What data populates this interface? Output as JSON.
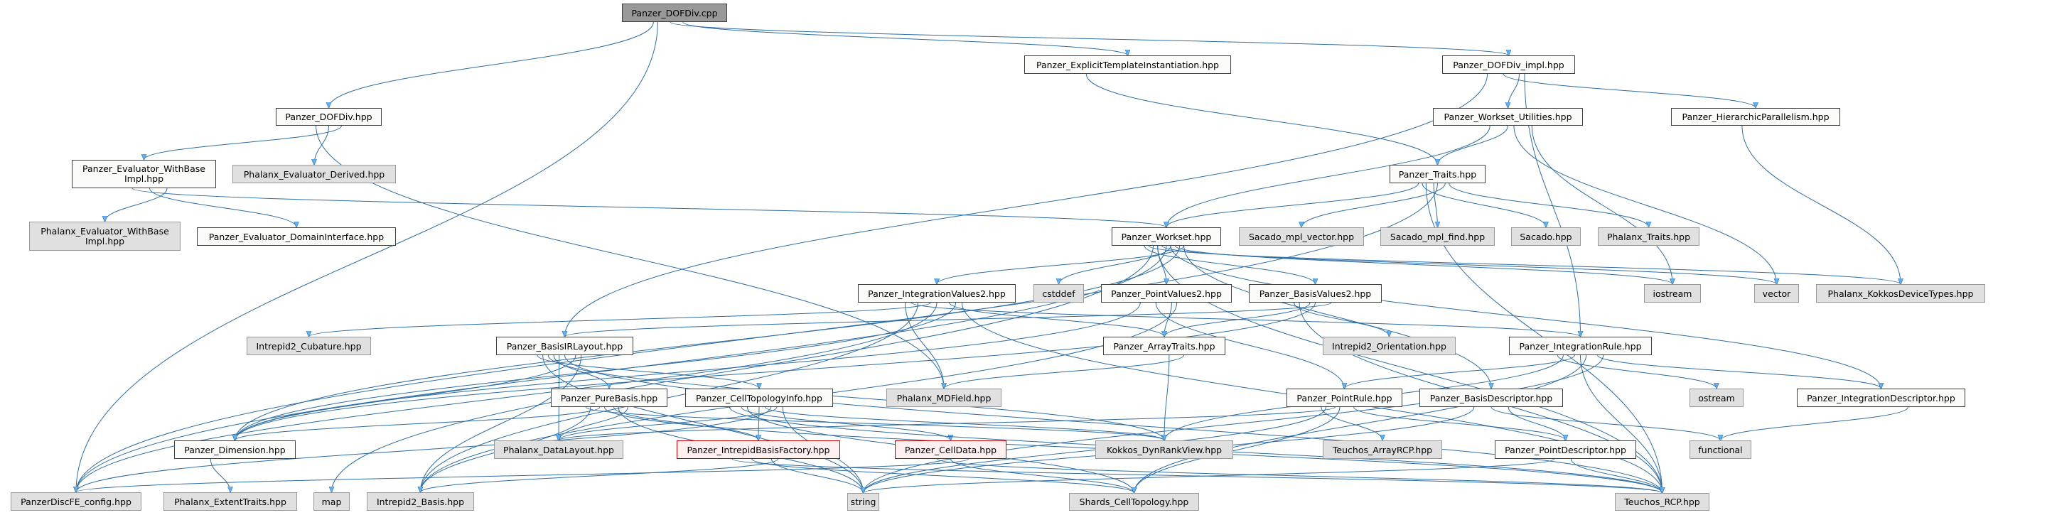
{
  "title": "Include dependency graph for Panzer_DOFDiv.cpp",
  "colors": {
    "edge": "#5a9fd6",
    "edge_dark": "#2e6da4",
    "node_fill": "#fbfcfa",
    "node_border": "#404040",
    "external_fill": "#e0e0e0",
    "external_border": "#999999",
    "root_fill": "#999999",
    "incomplete_border": "#c00000",
    "incomplete_fill": "#fff0f0"
  },
  "nodes": [
    {
      "id": "dofdiv_cpp",
      "label": "Panzer_DOFDiv.cpp",
      "kind": "root"
    },
    {
      "id": "explicit_ti",
      "label": "Panzer_ExplicitTemplateInstantiation.hpp",
      "kind": "file"
    },
    {
      "id": "dofdiv_impl",
      "label": "Panzer_DOFDiv_impl.hpp",
      "kind": "file"
    },
    {
      "id": "dofdiv_hpp",
      "label": "Panzer_DOFDiv.hpp",
      "kind": "file"
    },
    {
      "id": "eval_withbase",
      "label": "Panzer_Evaluator_WithBase\nImpl.hpp",
      "kind": "file"
    },
    {
      "id": "phx_eval_derived",
      "label": "Phalanx_Evaluator_Derived.hpp",
      "kind": "ext"
    },
    {
      "id": "phx_eval_withbase",
      "label": "Phalanx_Evaluator_WithBase\nImpl.hpp",
      "kind": "ext"
    },
    {
      "id": "eval_domain",
      "label": "Panzer_Evaluator_DomainInterface.hpp",
      "kind": "file"
    },
    {
      "id": "workset_util",
      "label": "Panzer_Workset_Utilities.hpp",
      "kind": "file"
    },
    {
      "id": "hier_par",
      "label": "Panzer_HierarchicParallelism.hpp",
      "kind": "file"
    },
    {
      "id": "traits",
      "label": "Panzer_Traits.hpp",
      "kind": "file"
    },
    {
      "id": "workset",
      "label": "Panzer_Workset.hpp",
      "kind": "file"
    },
    {
      "id": "sacado_vec",
      "label": "Sacado_mpl_vector.hpp",
      "kind": "ext"
    },
    {
      "id": "sacado_find",
      "label": "Sacado_mpl_find.hpp",
      "kind": "ext"
    },
    {
      "id": "sacado",
      "label": "Sacado.hpp",
      "kind": "ext"
    },
    {
      "id": "phx_traits",
      "label": "Phalanx_Traits.hpp",
      "kind": "ext"
    },
    {
      "id": "int_values2",
      "label": "Panzer_IntegrationValues2.hpp",
      "kind": "file"
    },
    {
      "id": "cstddef",
      "label": "cstddef",
      "kind": "ext"
    },
    {
      "id": "point_values2",
      "label": "Panzer_PointValues2.hpp",
      "kind": "file"
    },
    {
      "id": "basis_values2",
      "label": "Panzer_BasisValues2.hpp",
      "kind": "file"
    },
    {
      "id": "iostream",
      "label": "iostream",
      "kind": "ext"
    },
    {
      "id": "vector",
      "label": "vector",
      "kind": "ext"
    },
    {
      "id": "phx_kokkos",
      "label": "Phalanx_KokkosDeviceTypes.hpp",
      "kind": "ext"
    },
    {
      "id": "i2_cubature",
      "label": "Intrepid2_Cubature.hpp",
      "kind": "ext"
    },
    {
      "id": "basis_ir",
      "label": "Panzer_BasisIRLayout.hpp",
      "kind": "file"
    },
    {
      "id": "array_traits",
      "label": "Panzer_ArrayTraits.hpp",
      "kind": "file"
    },
    {
      "id": "i2_orient",
      "label": "Intrepid2_Orientation.hpp",
      "kind": "ext"
    },
    {
      "id": "int_rule",
      "label": "Panzer_IntegrationRule.hpp",
      "kind": "file"
    },
    {
      "id": "phx_mdfield",
      "label": "Phalanx_MDField.hpp",
      "kind": "ext"
    },
    {
      "id": "pure_basis",
      "label": "Panzer_PureBasis.hpp",
      "kind": "file"
    },
    {
      "id": "celltopo_info",
      "label": "Panzer_CellTopologyInfo.hpp",
      "kind": "file"
    },
    {
      "id": "point_rule",
      "label": "Panzer_PointRule.hpp",
      "kind": "file"
    },
    {
      "id": "basis_desc",
      "label": "Panzer_BasisDescriptor.hpp",
      "kind": "file"
    },
    {
      "id": "ostream",
      "label": "ostream",
      "kind": "ext"
    },
    {
      "id": "int_desc",
      "label": "Panzer_IntegrationDescriptor.hpp",
      "kind": "file"
    },
    {
      "id": "dimension",
      "label": "Panzer_Dimension.hpp",
      "kind": "file"
    },
    {
      "id": "phx_datalayout",
      "label": "Phalanx_DataLayout.hpp",
      "kind": "ext"
    },
    {
      "id": "intrepid_factory",
      "label": "Panzer_IntrepidBasisFactory.hpp",
      "kind": "red"
    },
    {
      "id": "celldata",
      "label": "Panzer_CellData.hpp",
      "kind": "red"
    },
    {
      "id": "kokkos_drv",
      "label": "Kokkos_DynRankView.hpp",
      "kind": "ext"
    },
    {
      "id": "teuchos_arcp",
      "label": "Teuchos_ArrayRCP.hpp",
      "kind": "ext"
    },
    {
      "id": "point_desc",
      "label": "Panzer_PointDescriptor.hpp",
      "kind": "file"
    },
    {
      "id": "functional",
      "label": "functional",
      "kind": "ext"
    },
    {
      "id": "discfe_config",
      "label": "PanzerDiscFE_config.hpp",
      "kind": "ext"
    },
    {
      "id": "phx_extent",
      "label": "Phalanx_ExtentTraits.hpp",
      "kind": "ext"
    },
    {
      "id": "map",
      "label": "map",
      "kind": "ext"
    },
    {
      "id": "i2_basis",
      "label": "Intrepid2_Basis.hpp",
      "kind": "ext"
    },
    {
      "id": "string",
      "label": "string",
      "kind": "ext"
    },
    {
      "id": "shards",
      "label": "Shards_CellTopology.hpp",
      "kind": "ext"
    },
    {
      "id": "teuchos_rcp",
      "label": "Teuchos_RCP.hpp",
      "kind": "ext"
    }
  ],
  "edges": [
    [
      "dofdiv_cpp",
      "dofdiv_hpp"
    ],
    [
      "dofdiv_cpp",
      "explicit_ti"
    ],
    [
      "dofdiv_cpp",
      "dofdiv_impl"
    ],
    [
      "dofdiv_cpp",
      "discfe_config"
    ],
    [
      "dofdiv_hpp",
      "eval_withbase"
    ],
    [
      "dofdiv_hpp",
      "phx_eval_derived"
    ],
    [
      "dofdiv_hpp",
      "phx_mdfield"
    ],
    [
      "eval_withbase",
      "phx_eval_withbase"
    ],
    [
      "eval_withbase",
      "eval_domain"
    ],
    [
      "eval_withbase",
      "workset"
    ],
    [
      "explicit_ti",
      "traits"
    ],
    [
      "dofdiv_impl",
      "workset_util"
    ],
    [
      "dofdiv_impl",
      "hier_par"
    ],
    [
      "dofdiv_impl",
      "basis_ir"
    ],
    [
      "dofdiv_impl",
      "int_rule"
    ],
    [
      "workset_util",
      "traits"
    ],
    [
      "workset_util",
      "workset"
    ],
    [
      "workset_util",
      "iostream"
    ],
    [
      "workset_util",
      "vector"
    ],
    [
      "hier_par",
      "phx_kokkos"
    ],
    [
      "traits",
      "workset"
    ],
    [
      "traits",
      "sacado_vec"
    ],
    [
      "traits",
      "sacado_find"
    ],
    [
      "traits",
      "sacado"
    ],
    [
      "traits",
      "phx_traits"
    ],
    [
      "traits",
      "discfe_config"
    ],
    [
      "traits",
      "teuchos_rcp"
    ],
    [
      "workset",
      "int_values2"
    ],
    [
      "workset",
      "cstddef"
    ],
    [
      "workset",
      "point_values2"
    ],
    [
      "workset",
      "basis_values2"
    ],
    [
      "workset",
      "iostream"
    ],
    [
      "workset",
      "vector"
    ],
    [
      "workset",
      "phx_kokkos"
    ],
    [
      "workset",
      "dimension"
    ],
    [
      "workset",
      "discfe_config"
    ],
    [
      "workset",
      "map"
    ],
    [
      "workset",
      "basis_desc"
    ],
    [
      "workset",
      "int_desc"
    ],
    [
      "workset",
      "teuchos_rcp"
    ],
    [
      "int_values2",
      "phx_mdfield"
    ],
    [
      "int_values2",
      "array_traits"
    ],
    [
      "int_values2",
      "i2_cubature"
    ],
    [
      "int_values2",
      "int_rule"
    ],
    [
      "int_values2",
      "dimension"
    ],
    [
      "int_values2",
      "discfe_config"
    ],
    [
      "int_values2",
      "i2_basis"
    ],
    [
      "int_values2",
      "teuchos_rcp"
    ],
    [
      "point_values2",
      "array_traits"
    ],
    [
      "point_values2",
      "point_rule"
    ],
    [
      "point_values2",
      "dimension"
    ],
    [
      "point_values2",
      "i2_basis"
    ],
    [
      "basis_values2",
      "array_traits"
    ],
    [
      "basis_values2",
      "i2_orient"
    ],
    [
      "basis_values2",
      "basis_ir"
    ],
    [
      "basis_values2",
      "dimension"
    ],
    [
      "basis_values2",
      "teuchos_rcp"
    ],
    [
      "array_traits",
      "phx_mdfield"
    ],
    [
      "array_traits",
      "kokkos_drv"
    ],
    [
      "basis_ir",
      "pure_basis"
    ],
    [
      "basis_ir",
      "celltopo_info"
    ],
    [
      "basis_ir",
      "dimension"
    ],
    [
      "basis_ir",
      "phx_datalayout"
    ],
    [
      "basis_ir",
      "string"
    ],
    [
      "basis_ir",
      "i2_basis"
    ],
    [
      "basis_ir",
      "teuchos_rcp"
    ],
    [
      "basis_ir",
      "kokkos_drv"
    ],
    [
      "pure_basis",
      "phx_datalayout"
    ],
    [
      "pure_basis",
      "intrepid_factory"
    ],
    [
      "pure_basis",
      "dimension"
    ],
    [
      "pure_basis",
      "kokkos_drv"
    ],
    [
      "pure_basis",
      "string"
    ],
    [
      "pure_basis",
      "teuchos_rcp"
    ],
    [
      "pure_basis",
      "i2_basis"
    ],
    [
      "celltopo_info",
      "phx_datalayout"
    ],
    [
      "celltopo_info",
      "intrepid_factory"
    ],
    [
      "celltopo_info",
      "celldata"
    ],
    [
      "celltopo_info",
      "string"
    ],
    [
      "celltopo_info",
      "kokkos_drv"
    ],
    [
      "celltopo_info",
      "shards"
    ],
    [
      "celltopo_info",
      "teuchos_rcp"
    ],
    [
      "celltopo_info",
      "discfe_config"
    ],
    [
      "int_rule",
      "point_rule"
    ],
    [
      "int_rule",
      "ostream"
    ],
    [
      "int_rule",
      "int_desc"
    ],
    [
      "int_rule",
      "teuchos_rcp"
    ],
    [
      "int_rule",
      "kokkos_drv"
    ],
    [
      "int_rule",
      "string"
    ],
    [
      "int_rule",
      "shards"
    ],
    [
      "point_rule",
      "phx_datalayout"
    ],
    [
      "point_rule",
      "teuchos_arcp"
    ],
    [
      "point_rule",
      "point_desc"
    ],
    [
      "point_rule",
      "shards"
    ],
    [
      "point_rule",
      "string"
    ],
    [
      "basis_desc",
      "point_desc"
    ],
    [
      "basis_desc",
      "functional"
    ],
    [
      "basis_desc",
      "string"
    ],
    [
      "int_desc",
      "functional"
    ],
    [
      "point_desc",
      "teuchos_rcp"
    ],
    [
      "point_desc",
      "string"
    ],
    [
      "dimension",
      "phx_extent"
    ],
    [
      "intrepid_factory",
      "string"
    ],
    [
      "intrepid_factory",
      "shards"
    ],
    [
      "intrepid_factory",
      "teuchos_rcp"
    ],
    [
      "intrepid_factory",
      "i2_basis"
    ],
    [
      "celldata",
      "shards"
    ],
    [
      "celldata",
      "teuchos_rcp"
    ],
    [
      "celldata",
      "discfe_config"
    ]
  ]
}
